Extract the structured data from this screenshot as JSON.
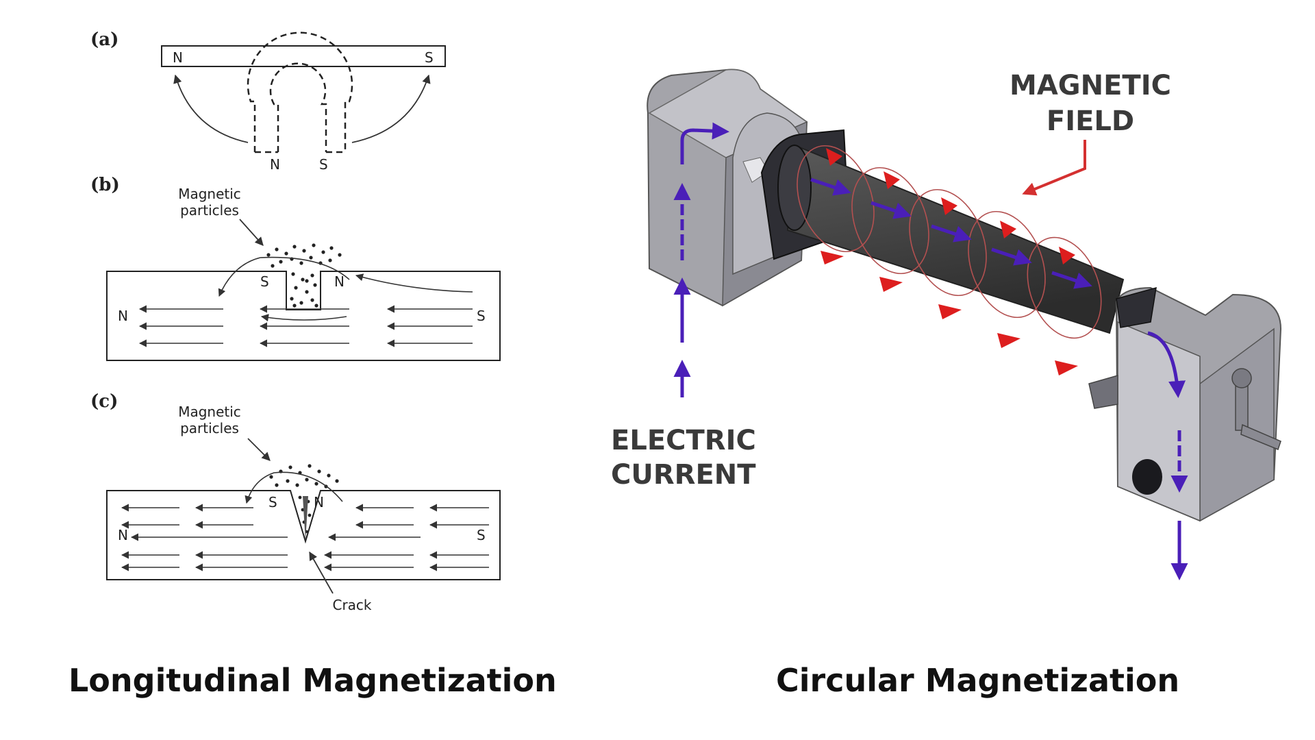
{
  "left": {
    "panel_a": {
      "tag": "(a)",
      "bar_n": "N",
      "bar_s": "S",
      "magnet_n": "N",
      "magnet_s": "S"
    },
    "panel_b": {
      "tag": "(b)",
      "particles_line1": "Magnetic",
      "particles_line2": "particles",
      "pole_s": "S",
      "pole_n": "N",
      "end_n": "N",
      "end_s": "S"
    },
    "panel_c": {
      "tag": "(c)",
      "particles_line1": "Magnetic",
      "particles_line2": "particles",
      "pole_s": "S",
      "pole_n": "N",
      "end_n": "N",
      "end_s": "S",
      "crack": "Crack"
    },
    "caption": "Longitudinal Magnetization"
  },
  "right": {
    "field_line1": "MAGNETIC",
    "field_line2": "FIELD",
    "current_line1": "ELECTRIC",
    "current_line2": "CURRENT",
    "caption": "Circular Magnetization",
    "colors": {
      "field_arrow": "#dd1e1e",
      "current_arrow": "#4a1fb8",
      "rod": "#4a4a4a",
      "housing": "#9e9ea6"
    }
  }
}
